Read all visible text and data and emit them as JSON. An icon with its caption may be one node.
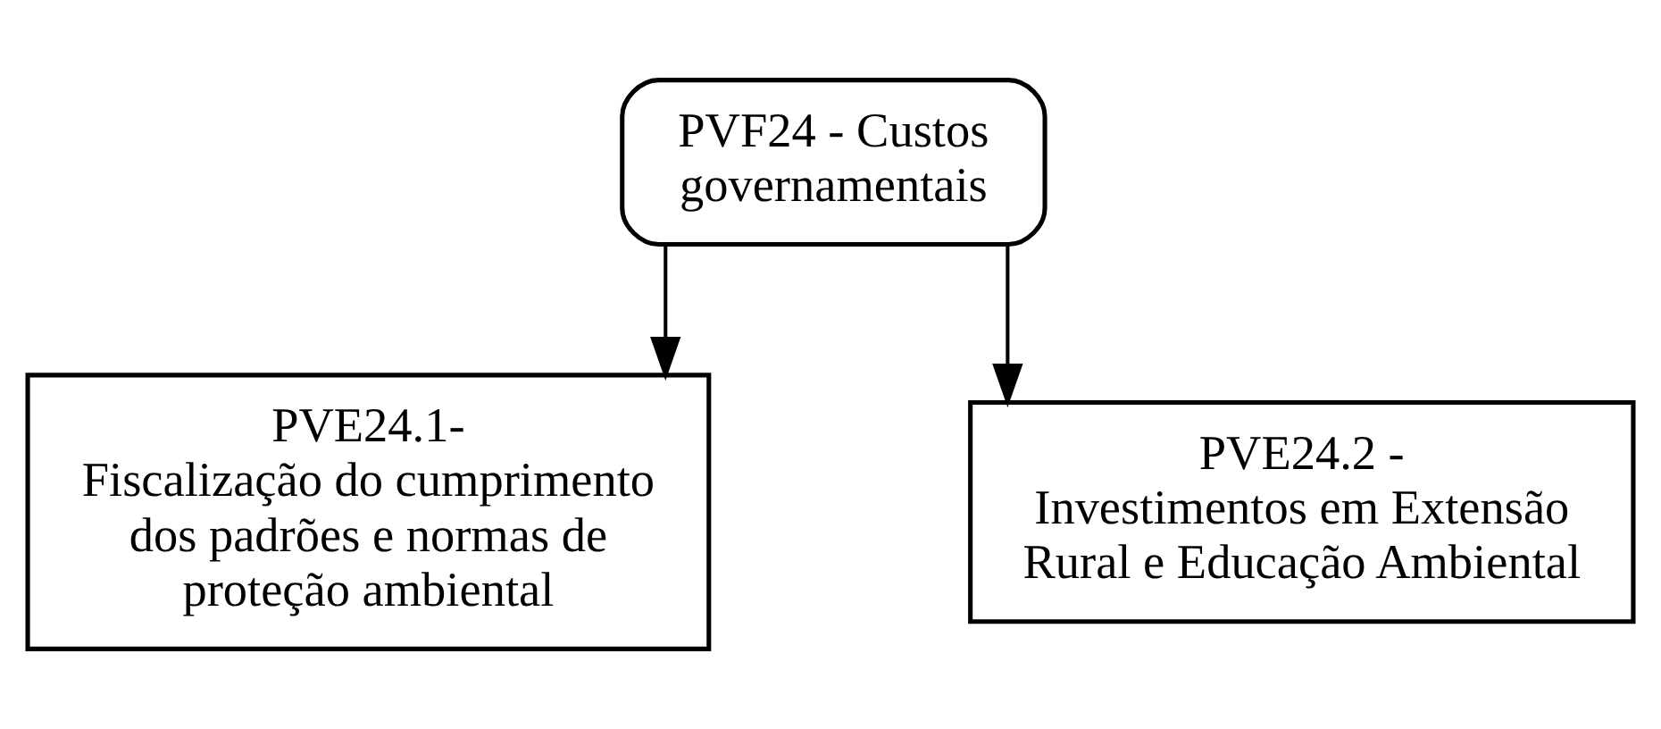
{
  "diagram": {
    "nodes": [
      {
        "text": [
          "PVF24 - Custos governamentais"
        ]
      },
      {
        "text": [
          "PVE24.1-",
          "Fiscalização do cumprimento dos padrões e normas de proteção ambiental"
        ]
      },
      {
        "text": [
          "PVE24.2 -",
          "Investimentos em Extensão Rural e Educação Ambiental"
        ]
      }
    ],
    "edges": [
      {
        "from": 0,
        "to": 1,
        "arrow": "to"
      },
      {
        "from": 0,
        "to": 2,
        "arrow": "to"
      }
    ]
  }
}
